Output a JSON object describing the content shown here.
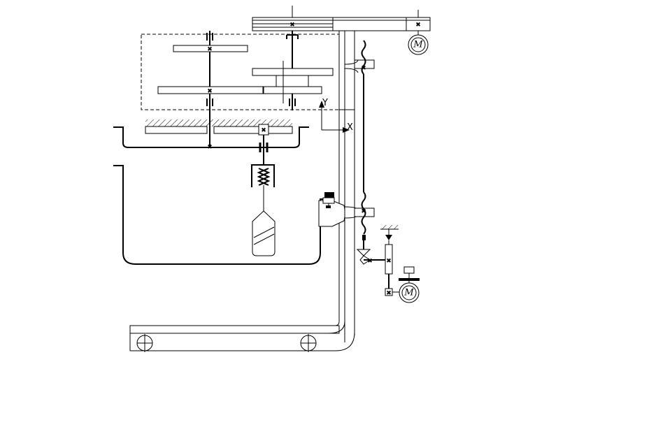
{
  "diagram": {
    "axes": {
      "y_label": "Y",
      "x_label": "X"
    },
    "motors": [
      {
        "id": "top-motor",
        "label": "M"
      },
      {
        "id": "lower-motor",
        "label": "M"
      }
    ]
  }
}
